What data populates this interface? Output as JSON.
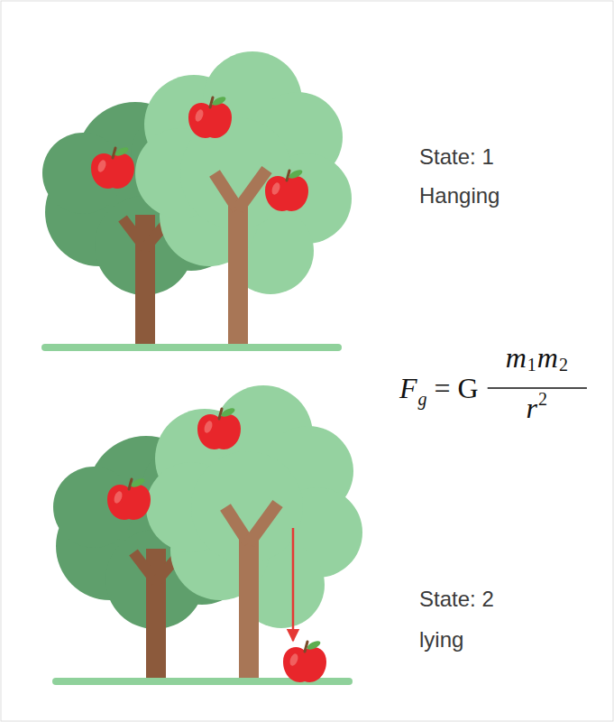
{
  "diagram": {
    "labels": [
      "State: 1",
      "Hanging",
      "F",
      "g",
      "= G",
      "m",
      "1",
      "m",
      "2",
      "r",
      "2",
      "State: 2",
      "lying"
    ]
  }
}
